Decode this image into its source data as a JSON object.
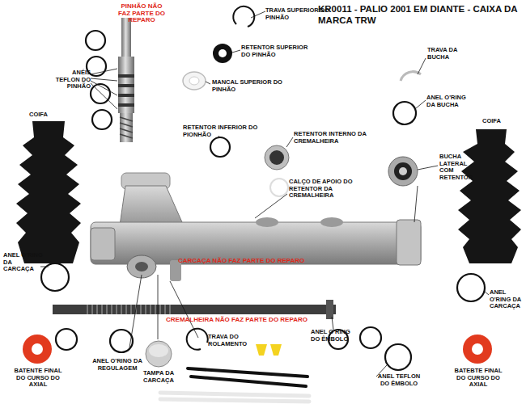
{
  "diagram": {
    "title": "KR0011 - PALIO 2001 EM DIANTE - CAIXA DA MARCA TRW",
    "labels": [
      "PINHÃO NÃO FAZ PARTE DO REPARO",
      "TRAVA SUPERIOR DO PINHÃO",
      "RETENTOR SUPERIOR DO PINHÃO",
      "ANÉIS TEFLON DO PINHÃO",
      "MANCAL SUPERIOR DO PINHÃO",
      "TRAVA DA BUCHA",
      "ANEL O'RING DA BUCHA",
      "COIFA",
      "COIFA",
      "RETENTOR INFERIOR DO PIONHÃO",
      "RETENTOR INTERNO DA CREMALHEIRA",
      "BUCHA LATERAL COM RETENTOR",
      "CALÇO DE APOIO DO RETENTOR DA CREMALHEIRA",
      "ANEL O'RING DA CARCAÇA",
      "CARCAÇA NÃO FAZ PARTE DO REPARO",
      "ANEL O'RING DA CARCAÇA",
      "CREMALHEIRA NÃO FAZ PARTE DO REPARO",
      "TRAVA DO ROLAMENTO",
      "ANEL O'RING DO ÊMBOLO",
      "BATENTE FINAL DO CURSO DO AXIAL",
      "ANEL O'RING DA REGULAGEM",
      "TAMPA DA CARCAÇA",
      "ANEL TEFLON DO ÊMBOLO",
      "BATEBTE FINAL DO CURSO DO AXIAL"
    ]
  }
}
